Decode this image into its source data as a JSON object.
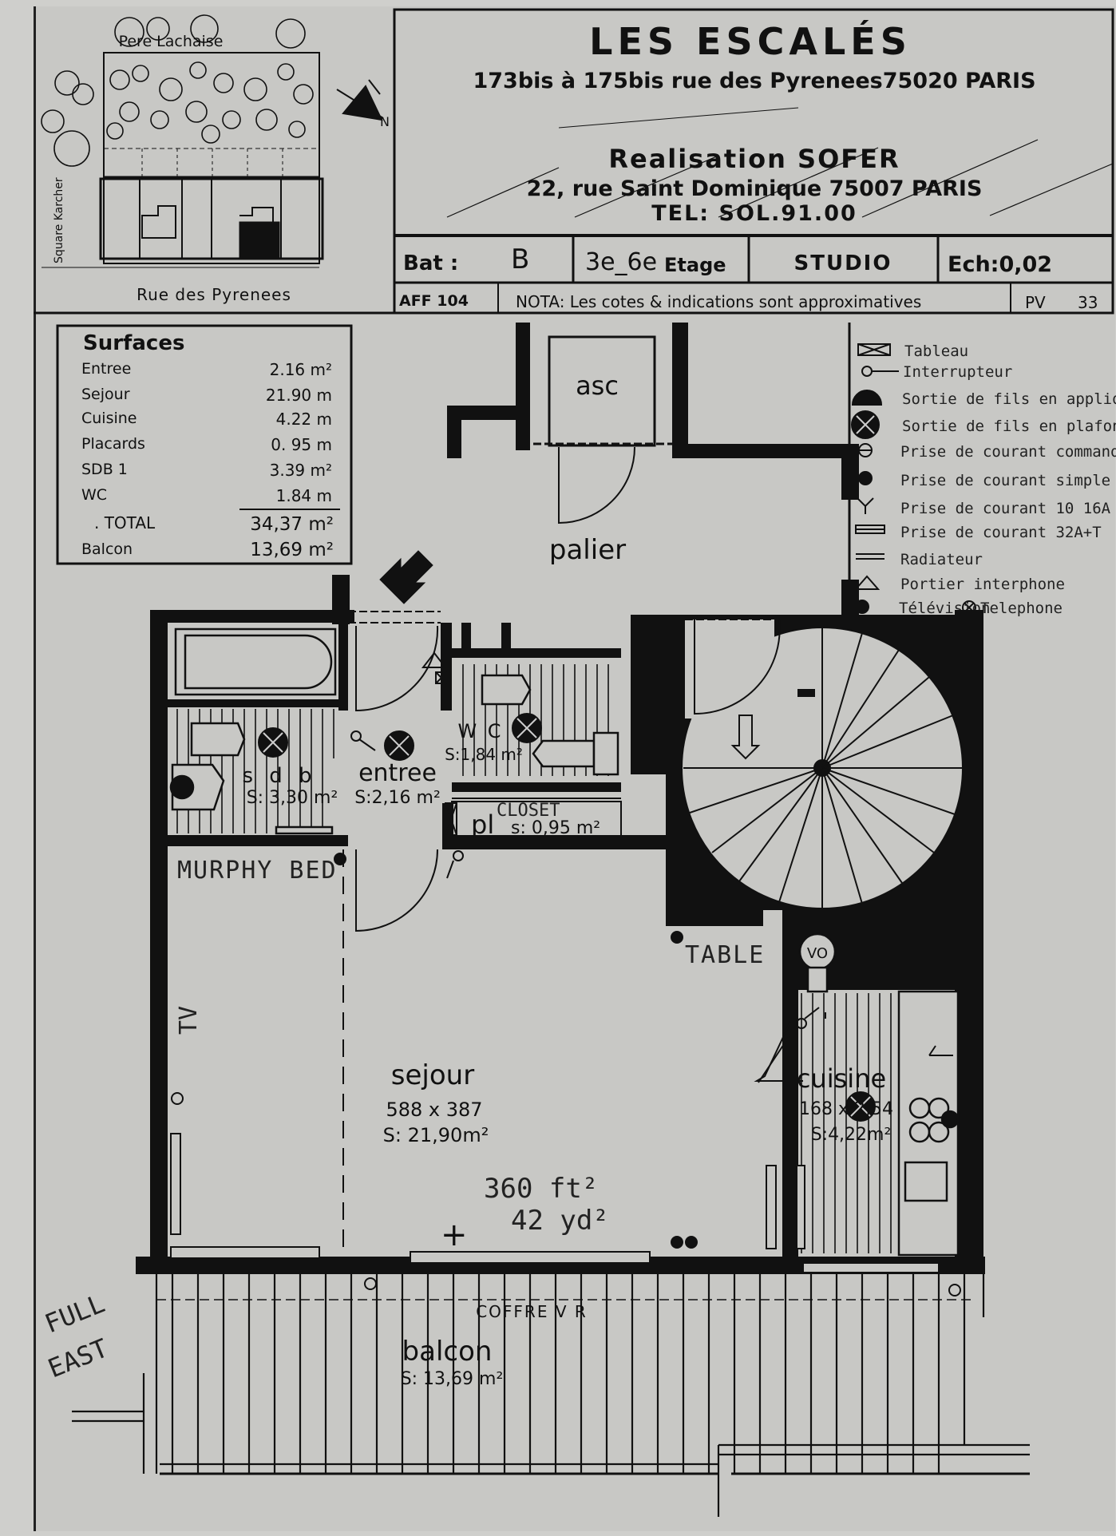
{
  "title_block": {
    "project": "LES ESCALÉS",
    "address": "173bis à 175bis rue des Pyrenees75020 PARIS",
    "builder": "Realisation SOFER",
    "builder_address": "22, rue Saint Dominique 75007 PARIS",
    "phone": "TEL: SOL.91.00",
    "bat_label": "Bat :",
    "bat_value": "B",
    "floor_range": "3e_6e",
    "floor_label": "Etage",
    "type": "STUDIO",
    "scale": "Ech:0,02",
    "aff": "AFF 104",
    "nota": "NOTA: Les cotes & indications sont approximatives",
    "pv_label": "PV",
    "pv_value": "33"
  },
  "site": {
    "park": "Pere   Lachaise",
    "square": "Square Karcher",
    "street": "Rue des Pyrenees",
    "north": "N"
  },
  "surfaces": {
    "heading": "Surfaces",
    "rows": [
      {
        "name": "Entree",
        "value": "2.16 m²"
      },
      {
        "name": "Sejour",
        "value": "21.90 m"
      },
      {
        "name": "Cuisine",
        "value": "4.22 m"
      },
      {
        "name": "Placards",
        "value": "0. 95 m"
      },
      {
        "name": "SDB 1",
        "value": "3.39 m²"
      },
      {
        "name": "WC",
        "value": "1.84 m"
      }
    ],
    "total_label": ". TOTAL",
    "total_value": "34,37 m²",
    "balcon_label": "Balcon",
    "balcon_value": "13,69 m²"
  },
  "legend": {
    "items": [
      {
        "icon": "tableau-icon",
        "label": "Tableau"
      },
      {
        "icon": "switch-icon",
        "label": "Interrupteur"
      },
      {
        "icon": "wall-outlet-icon",
        "label": "Sortie de fils en applique"
      },
      {
        "icon": "ceiling-outlet-icon",
        "label": "Sortie de fils en plafond"
      },
      {
        "icon": "socket-commanded-icon",
        "label": "Prise de courant commandée"
      },
      {
        "icon": "socket-simple-icon",
        "label": "Prise de courant simple"
      },
      {
        "icon": "socket-16a-icon",
        "label": "Prise de courant 10 16A"
      },
      {
        "icon": "socket-32a-icon",
        "label": "Prise de courant 32A+T"
      },
      {
        "icon": "radiator-icon",
        "label": "Radiateur"
      },
      {
        "icon": "intercom-icon",
        "label": "Portier interphone"
      },
      {
        "icon": "tv-icon",
        "label": "Télévision"
      }
    ],
    "telephone": "Telephone"
  },
  "rooms": {
    "asc": "asc",
    "palier": "palier",
    "sdb_name": "s d b",
    "sdb_area": "S: 3,30 m²",
    "entree_name": "entree",
    "entree_area": "S:2,16 m²",
    "wc_name": "W C",
    "wc_area": "S:1,84 m²",
    "pl_name": "pl",
    "pl_area": "s: 0,95 m²",
    "sejour_name": "sejour",
    "sejour_dims": "588 x 387",
    "sejour_area": "S: 21,90m²",
    "cuisine_name": "cuisine",
    "cuisine_dims": "168 x 2,54",
    "cuisine_area": "S:4,22m²",
    "vo": "VO",
    "coffre": "COFFRE      V R",
    "balcon_name": "balcon",
    "balcon_area": "S: 13,69 m²"
  },
  "handwritten": {
    "closet": "CLOSET",
    "murphy": "MURPHY BED",
    "table": "TABLE",
    "tv": "TV",
    "sqft": "360 ft²",
    "sqyd": "42 yd²",
    "full": "FULL",
    "east": "EAST"
  }
}
